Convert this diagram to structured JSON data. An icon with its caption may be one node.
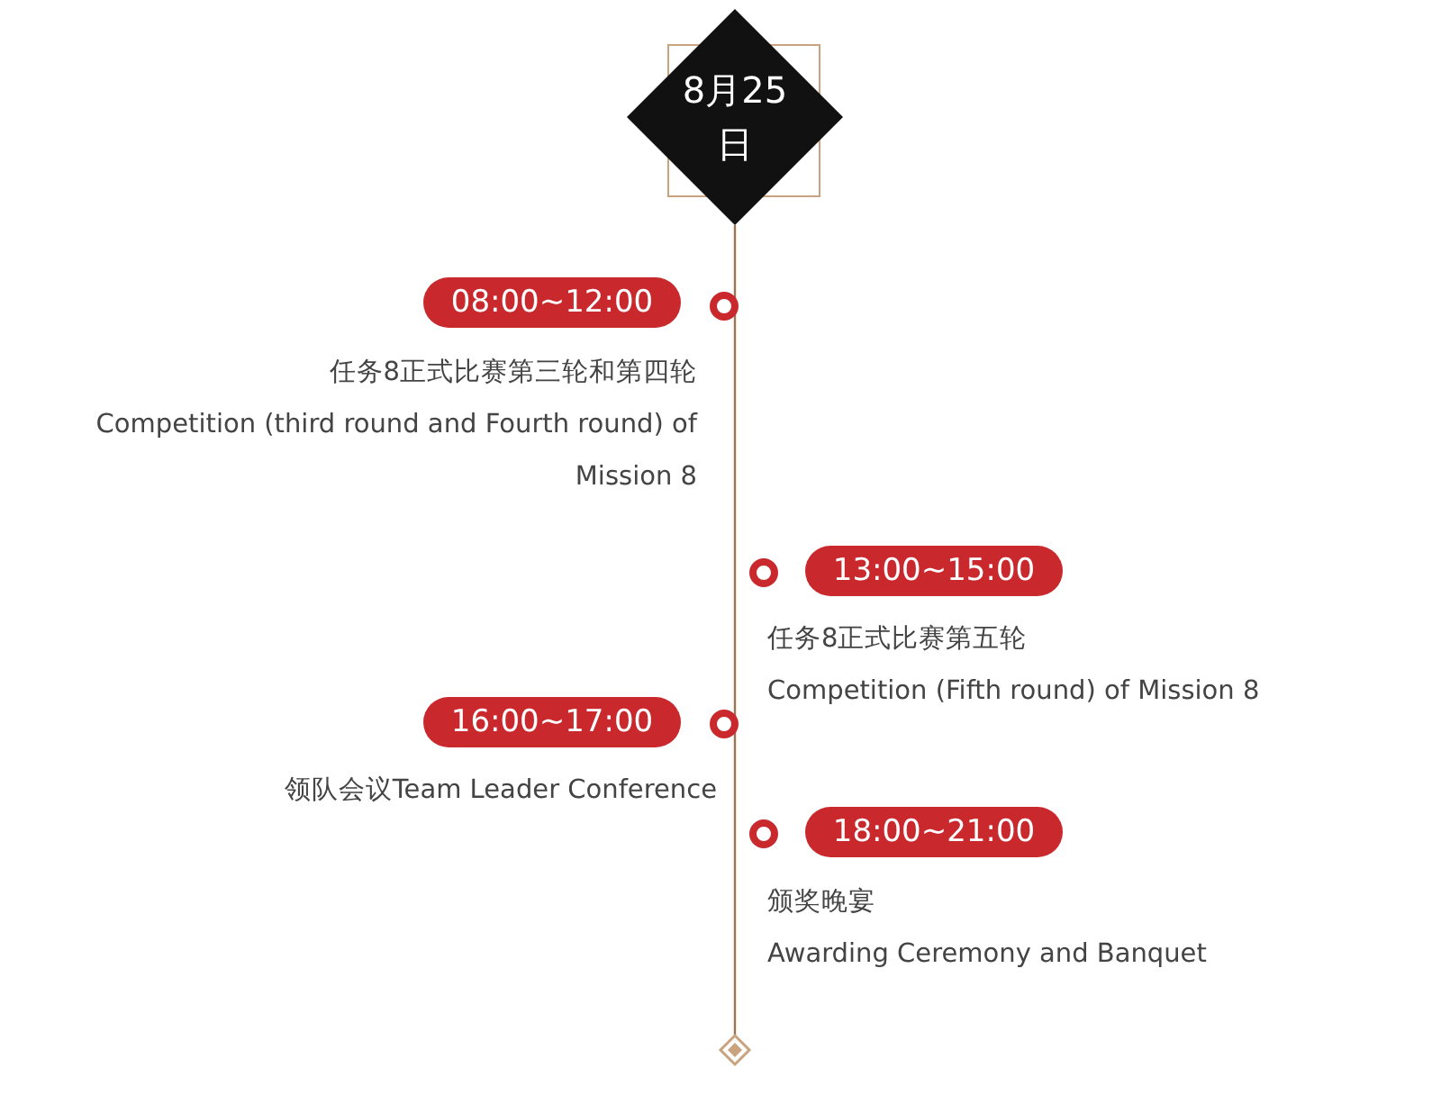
{
  "diagram": {
    "nodes": [
      {
        "text": [
          "8月25日"
        ]
      },
      {
        "text": [
          "08:00~12:00"
        ],
        "beside": [
          "任务8正式比赛第三轮和第四轮",
          "Competition (third round and Fourth round) of Mission 8"
        ]
      },
      {
        "text": [
          "13:00~15:00"
        ],
        "beside": [
          "任务8正式比赛第五轮",
          "Competition (Fifth round) of Mission 8"
        ]
      },
      {
        "text": [
          "16:00~17:00"
        ],
        "beside": [
          "领队会议Team Leader Conference"
        ]
      },
      {
        "text": [
          "18:00~21:00"
        ],
        "beside": [
          "颁奖晚宴",
          "Awarding Ceremony and Banquet"
        ]
      },
      {
        "text": [],
        "shape": "diamond"
      }
    ],
    "edges": [
      {
        "from": 0,
        "to": 5,
        "arrow": "none"
      }
    ]
  }
}
